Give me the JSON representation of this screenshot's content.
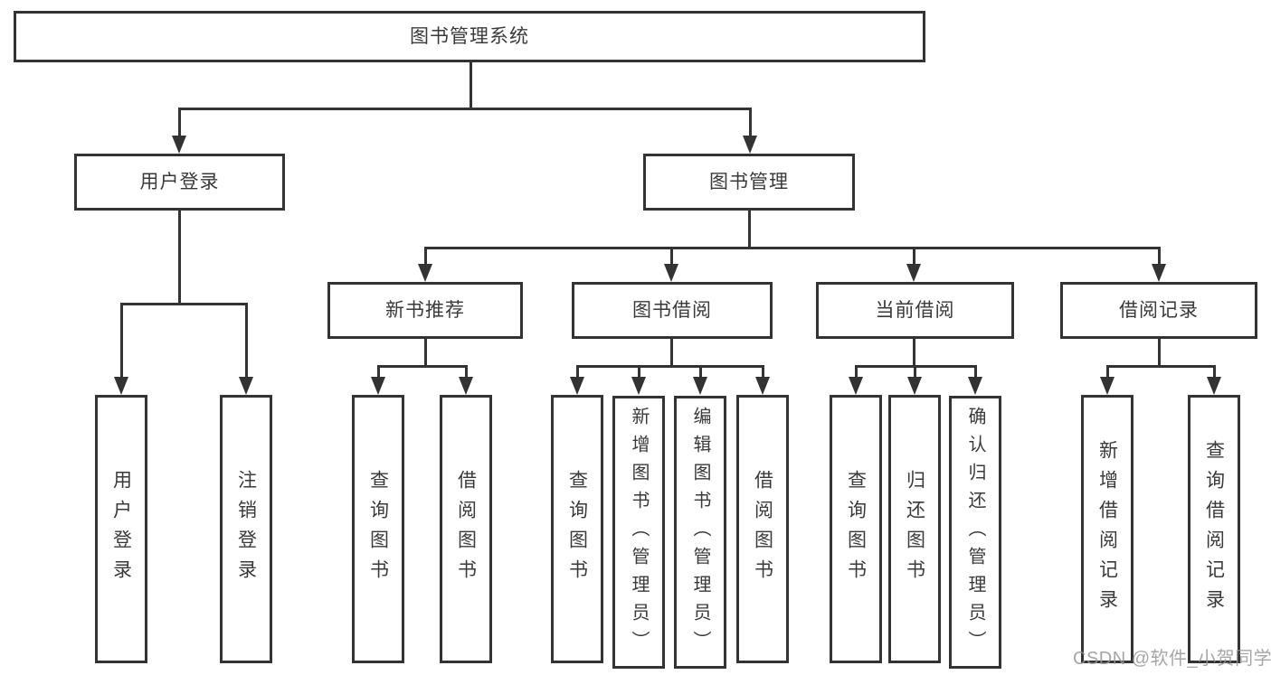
{
  "diagram": {
    "root": {
      "label": "图书管理系统"
    },
    "branches": [
      {
        "label": "用户登录",
        "children": [
          {
            "label": "用户登录"
          },
          {
            "label": "注销登录"
          }
        ]
      },
      {
        "label": "图书管理",
        "children": [
          {
            "label": "新书推荐",
            "children": [
              {
                "label": "查询图书"
              },
              {
                "label": "借阅图书"
              }
            ]
          },
          {
            "label": "图书借阅",
            "children": [
              {
                "label": "查询图书"
              },
              {
                "label": "新增图书（管理员）"
              },
              {
                "label": "编辑图书（管理员）"
              },
              {
                "label": "借阅图书"
              }
            ]
          },
          {
            "label": "当前借阅",
            "children": [
              {
                "label": "查询图书"
              },
              {
                "label": "归还图书"
              },
              {
                "label": "确认归还（管理员）"
              }
            ]
          },
          {
            "label": "借阅记录",
            "children": [
              {
                "label": "新增借阅记录"
              },
              {
                "label": "查询借阅记录"
              }
            ]
          }
        ]
      }
    ],
    "watermark": "CSDN @软件_小贺同学",
    "colors": {
      "line": "#333333",
      "box_border": "#333333",
      "text": "#3a3a3a",
      "watermark": "#969696",
      "background": "#ffffff"
    }
  }
}
